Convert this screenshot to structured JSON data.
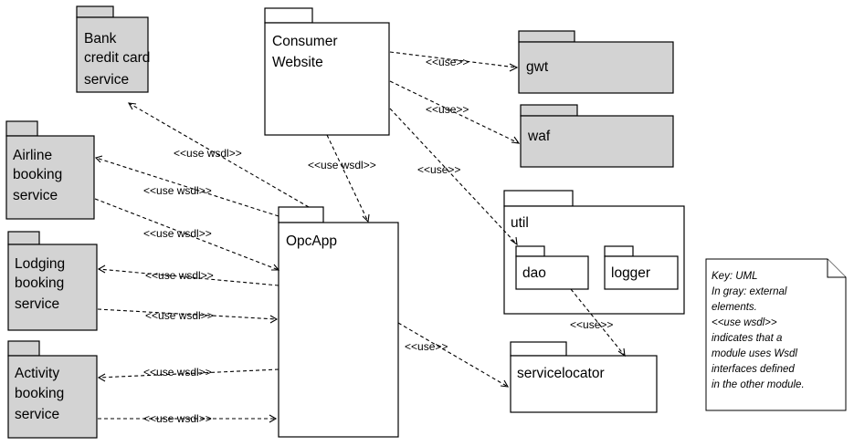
{
  "packages": {
    "bank": {
      "lines": [
        "Bank",
        "credit card",
        "service"
      ],
      "external": true
    },
    "airline": {
      "lines": [
        "Airline",
        "booking",
        "service"
      ],
      "external": true
    },
    "lodging": {
      "lines": [
        "Lodging",
        "booking",
        "service"
      ],
      "external": true
    },
    "activity": {
      "lines": [
        "Activity",
        "booking",
        "service"
      ],
      "external": true
    },
    "consumer": {
      "lines": [
        "Consumer",
        "Website"
      ],
      "external": false
    },
    "opcapp": {
      "lines": [
        "OpcApp"
      ],
      "external": false
    },
    "gwt": {
      "lines": [
        "gwt"
      ],
      "external": true
    },
    "waf": {
      "lines": [
        "waf"
      ],
      "external": true
    },
    "util": {
      "lines": [
        "util"
      ],
      "external": false
    },
    "dao": {
      "lines": [
        "dao"
      ],
      "external": false
    },
    "logger": {
      "lines": [
        "logger"
      ],
      "external": false
    },
    "servicelocator": {
      "lines": [
        "servicelocator"
      ],
      "external": false
    }
  },
  "edges": {
    "use_wsdl_bank": "<<use wsdl>>",
    "use_wsdl_airline_in": "<<use wsdl>>",
    "use_wsdl_airline_out": "<<use wsdl>>",
    "use_wsdl_lodging_in": "<<use wsdl>>",
    "use_wsdl_lodging_out": "<<use wsdl>>",
    "use_wsdl_activity_in": "<<use wsdl>>",
    "use_wsdl_activity_out": "<<use wsdl>>",
    "use_wsdl_consumer_opc": "<<use wsdl>>",
    "use_gwt": "<<use>>",
    "use_waf": "<<use>>",
    "use_util": "<<use>>",
    "use_servicelocator": "<<use>>",
    "use_dao_servicelocator": "<<use>>"
  },
  "note": {
    "lines": [
      "Key: UML",
      "In gray: external",
      "elements.",
      "<<use wsdl>>",
      "indicates that a",
      "module uses  Wsdl",
      "interfaces defined",
      "in the other module."
    ]
  }
}
